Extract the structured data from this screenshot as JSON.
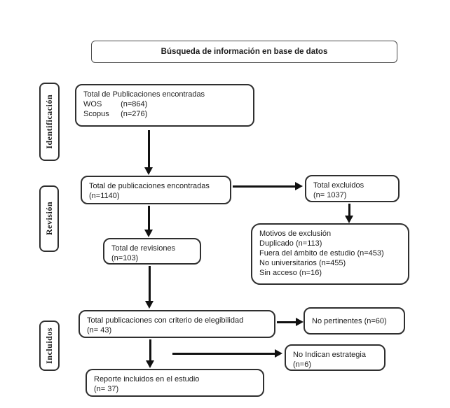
{
  "title": "Búsqueda de información en base de datos",
  "sidebar": {
    "labels": [
      "Identificación",
      "Revisión",
      "Incluidos"
    ]
  },
  "boxes": {
    "identification": {
      "title": "Total de Publicaciones encontradas",
      "sources": [
        {
          "label": "WOS",
          "value": "(n=864)"
        },
        {
          "label": "Scopus",
          "value": "(n=276)"
        }
      ]
    },
    "found": {
      "line1": "Total de publicaciones encontradas",
      "line2": "(n=1140)"
    },
    "excluded": {
      "line1": "Total excluidos",
      "line2": "(n= 1037)"
    },
    "exclusion_reasons": {
      "title": "Motivos de exclusión",
      "reasons": [
        {
          "label": "Duplicado",
          "value": "(n=113)"
        },
        {
          "label": "Fuera del ámbito de estudio",
          "value": "(n=453)"
        },
        {
          "label": "No universitarios",
          "value": "(n=455)"
        },
        {
          "label": "Sin acceso",
          "value": "(n=16)"
        }
      ]
    },
    "reviews": {
      "line1": "Total de revisiones",
      "line2": "(n=103)"
    },
    "eligibility": {
      "line1": "Total publicaciones con criterio de elegibilidad",
      "line2": "(n= 43)"
    },
    "not_pertinent": {
      "line1": "No pertinentes (n=60)"
    },
    "no_strategy": {
      "line1": "No Indican estrategia",
      "line2": "(n=6)"
    },
    "included_report": {
      "line1": "Reporte incluidos en el estudio",
      "line2": "(n= 37)"
    }
  },
  "colors": {
    "background": "#ffffff",
    "box_border": "#2f2f2f",
    "arrow": "#111111",
    "text": "#1c1c1c"
  }
}
